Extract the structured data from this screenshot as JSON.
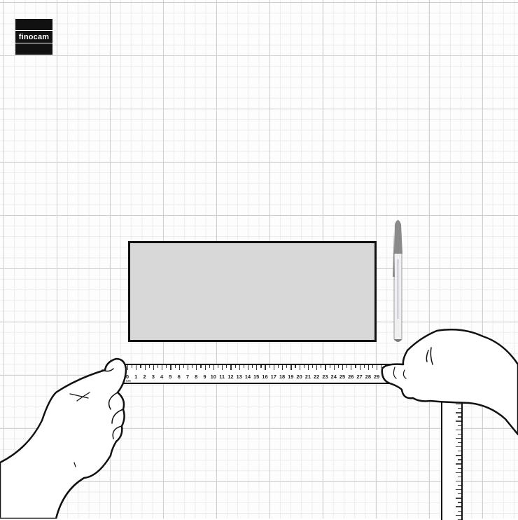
{
  "brand": {
    "logo_text": "finocam",
    "logo_bg": "#111111"
  },
  "illustration": {
    "description": "Two hands holding a ruler below a grey rectangle on grid paper, with a pen beside it",
    "rectangle": {
      "fill": "#d8d8d8",
      "stroke": "#111111"
    },
    "pen": {
      "cap_color": "#8a8a8a",
      "body_color": "#eeeeee"
    },
    "ruler": {
      "unit_label": "cm",
      "numbers": [
        "0",
        "1",
        "2",
        "3",
        "4",
        "5",
        "6",
        "7",
        "8",
        "9",
        "10",
        "11",
        "12",
        "13",
        "14",
        "15",
        "16",
        "17",
        "18",
        "19",
        "20",
        "21",
        "22",
        "23",
        "24",
        "25",
        "26",
        "27",
        "28",
        "29"
      ]
    },
    "grid_color": "#cfcfcf"
  }
}
